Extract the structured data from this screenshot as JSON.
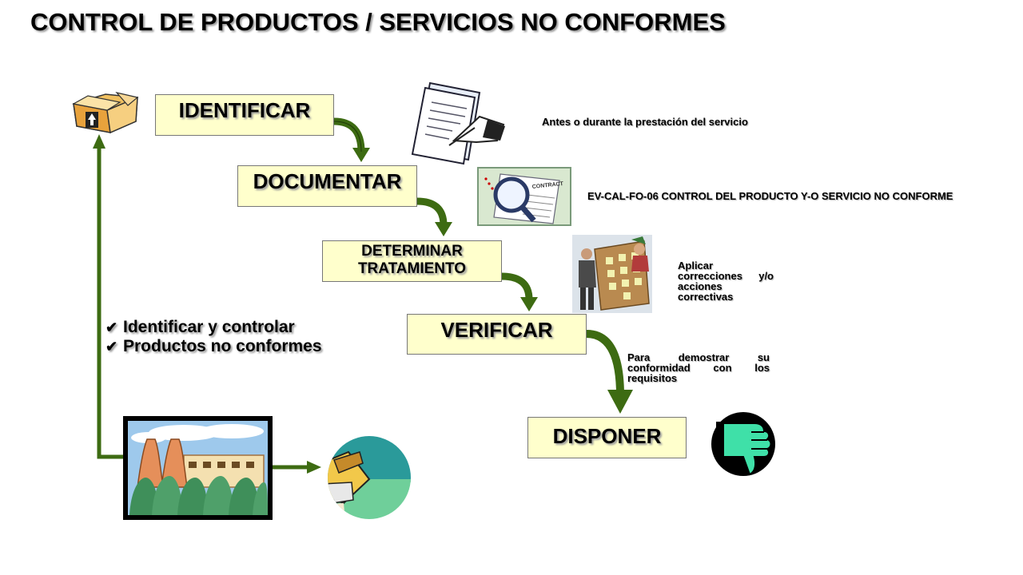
{
  "title": "CONTROL DE PRODUCTOS / SERVICIOS NO CONFORMES",
  "steps": {
    "identificar": "IDENTIFICAR",
    "documentar": "DOCUMENTAR",
    "determinar_line1": "DETERMINAR",
    "determinar_line2": "TRATAMIENTO",
    "verificar": "VERIFICAR",
    "disponer": "DISPONER"
  },
  "notes": {
    "identificar": "Antes o durante la prestación del servicio",
    "documentar": "EV-CAL-FO-06 CONTROL DEL PRODUCTO Y-O SERVICIO NO CONFORME",
    "determinar": "Aplicar correcciones y/o acciones correctivas",
    "verificar": "Para demostrar su conformidad con los requisitos"
  },
  "checklist": [
    "Identificar y controlar",
    "Productos no conformes"
  ],
  "clipart": {
    "contract_text": "CONTRACT",
    "box_icon": "box-icon",
    "signing_icon": "signing-document-icon",
    "contract_icon": "contract-magnifier-icon",
    "meeting_icon": "board-meeting-icon",
    "factory_icon": "factory-icon",
    "worker_icon": "worker-icon",
    "thumbs_down_icon": "thumbs-down-icon"
  },
  "colors": {
    "arrow": "#3d6b12",
    "box_fill": "#ffffcc",
    "thumb_green": "#40e0a8"
  }
}
